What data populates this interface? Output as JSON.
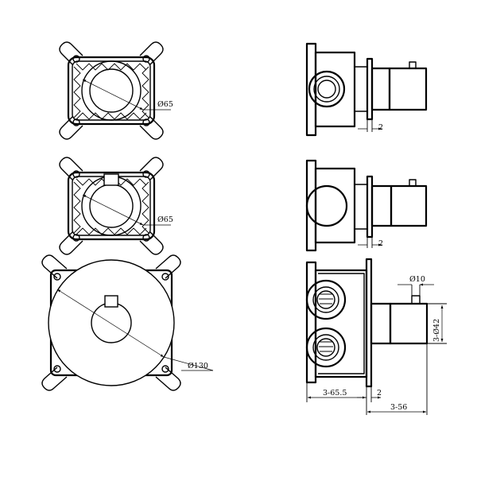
{
  "drawing": {
    "views": [
      {
        "id": "front-1",
        "dimension": "Ø65"
      },
      {
        "id": "front-2",
        "dimension": "Ø65"
      },
      {
        "id": "front-3",
        "dimension": "Ø130"
      },
      {
        "id": "side-1",
        "dimension": "2"
      },
      {
        "id": "side-2",
        "dimension": "2"
      },
      {
        "id": "side-3",
        "dimensions": {
          "top": "Ø10",
          "right": "3-Ø42",
          "bottom_left": "3-65.5",
          "bottom_mid": "2",
          "bottom_right": "3-56"
        }
      }
    ]
  }
}
